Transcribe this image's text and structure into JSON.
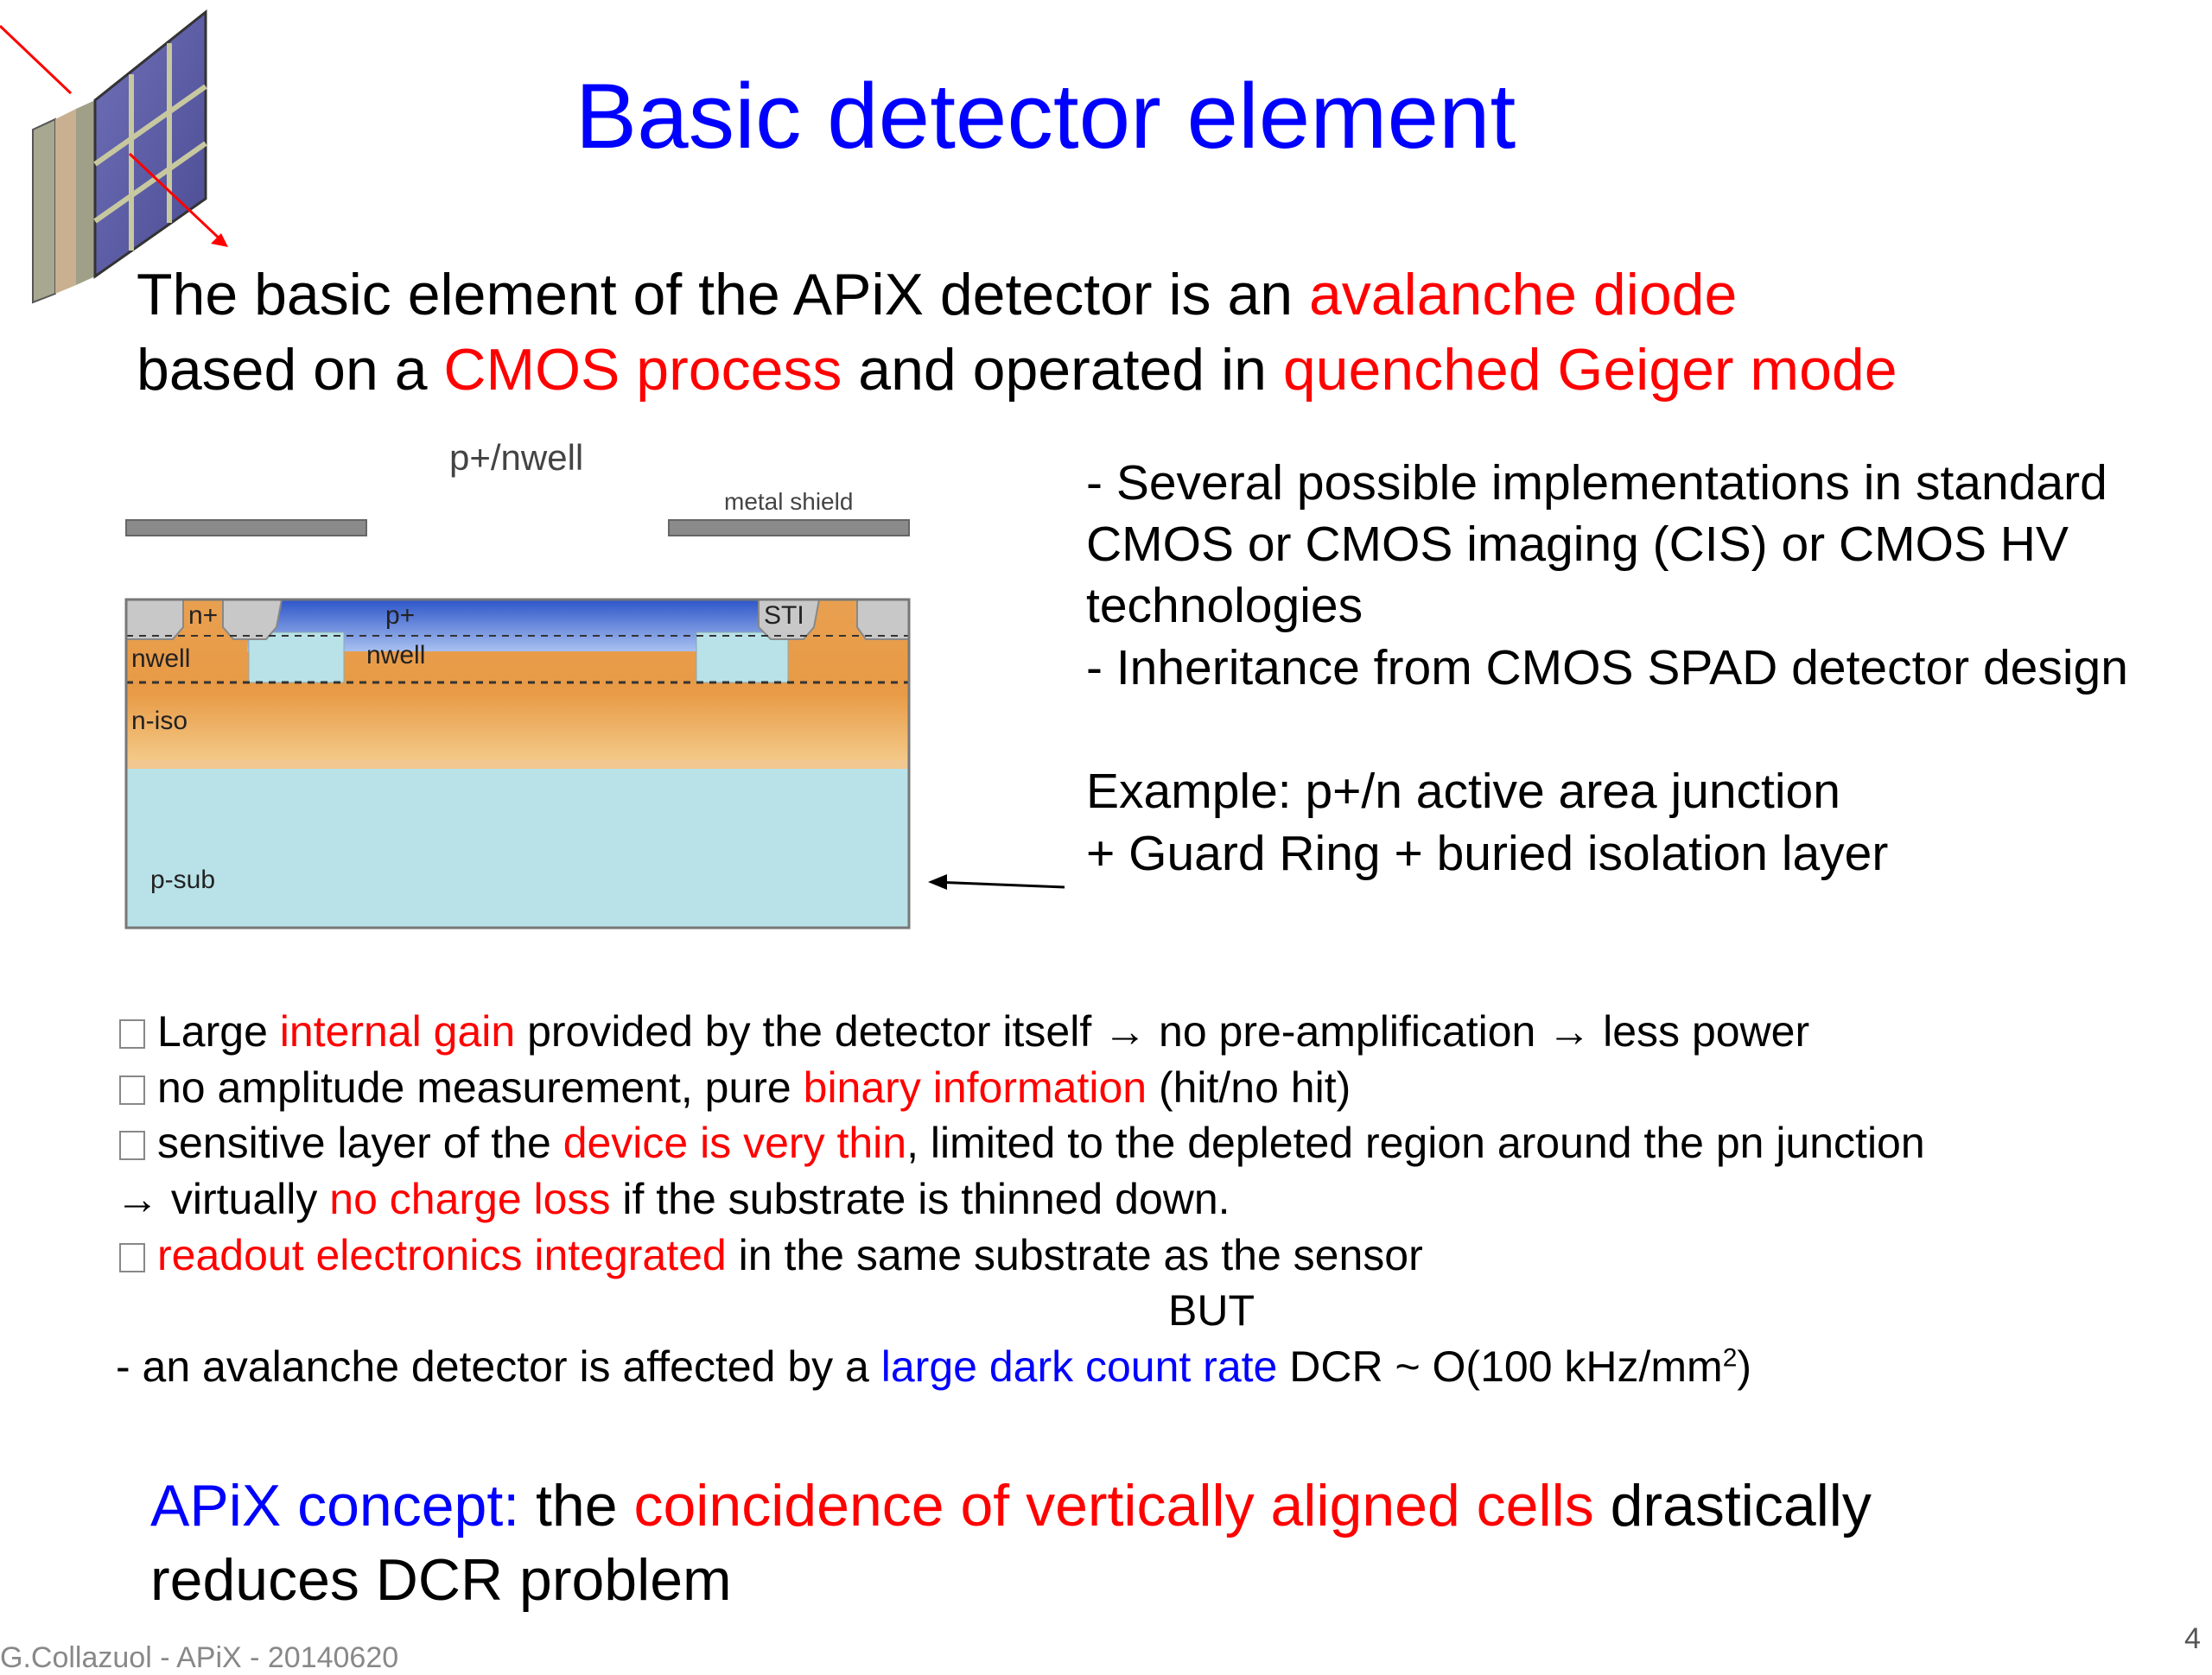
{
  "title": "Basic detector element",
  "intro": {
    "line1": [
      "The basic element of the APiX detector is an ",
      "avalanche diode"
    ],
    "line2": [
      "based on a ",
      "CMOS process",
      " and operated in ",
      "quenched Geiger mode"
    ]
  },
  "diagram": {
    "top_label": "p+/nwell",
    "metal_label": "metal shield",
    "n_plus": "n+",
    "p_plus": "p+",
    "sti": "STI",
    "nwell_left": "nwell",
    "nwell_center": "nwell",
    "n_iso": "n-iso",
    "p_sub": "p-sub"
  },
  "right_text": {
    "l1": "- Several possible implementations in standard",
    "l2": "CMOS or CMOS imaging (CIS) or CMOS HV",
    "l3": "technologies",
    "l4": "- Inheritance from CMOS SPAD detector design",
    "l5": "Example: p+/n active area junction",
    "l6": "+ Guard Ring + buried isolation layer"
  },
  "bullets": {
    "b1": [
      "Large ",
      "internal gain",
      " provided by the detector itself →  no pre-amplification → less power"
    ],
    "b2": [
      "no amplitude measurement, pure ",
      "binary information",
      " (hit/no hit)"
    ],
    "b3": [
      "sensitive layer of the ",
      "device is very thin",
      ", limited to the depleted region around the pn junction"
    ],
    "b4": [
      "→ virtually ",
      "no charge loss",
      " if the substrate is thinned down."
    ],
    "b5": [
      "readout electronics integrated",
      " in the same substrate as the sensor"
    ],
    "but": "BUT",
    "dcr": [
      "- an avalanche detector is affected by a ",
      "large dark count rate",
      "  DCR ~ O(100 kHz/mm",
      "2",
      ")"
    ]
  },
  "concept": {
    "line1": [
      "APiX concept:",
      " the ",
      "coincidence of vertically aligned cells",
      " drastically"
    ],
    "line2": "reduces DCR problem"
  },
  "footer": "G.Collazuol - APiX - 20140620",
  "page_number": "4",
  "colors": {
    "title": "#0000ff",
    "highlight": "#ff0000",
    "accent_blue": "#0000ff"
  },
  "icons": [
    "detector-stack-icon",
    "arrow-icon"
  ]
}
